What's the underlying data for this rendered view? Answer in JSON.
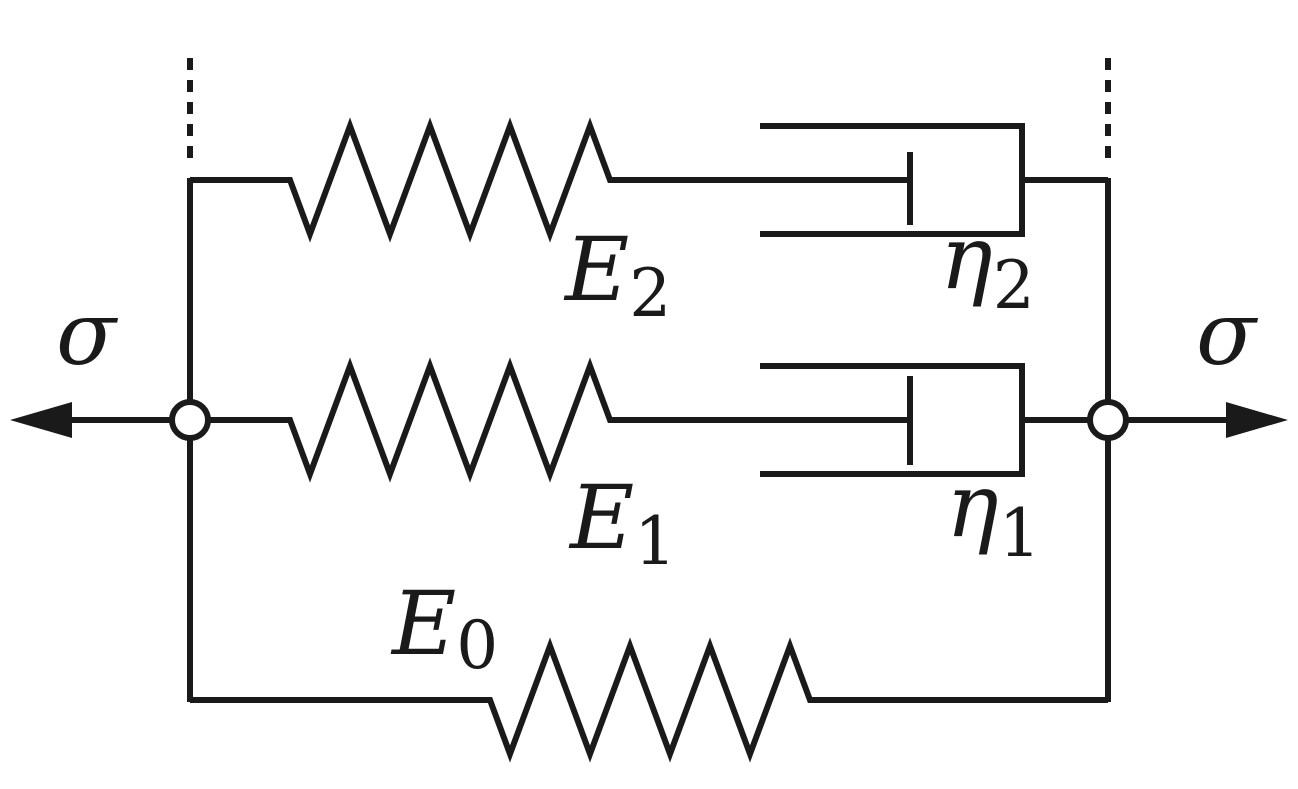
{
  "diagram": {
    "stress_symbol": "σ",
    "elements": {
      "E2": {
        "symbol": "E",
        "subscript": "2"
      },
      "eta2": {
        "symbol": "η",
        "subscript": "2"
      },
      "E1": {
        "symbol": "E",
        "subscript": "1"
      },
      "eta1": {
        "symbol": "η",
        "subscript": "1"
      },
      "E0": {
        "symbol": "E",
        "subscript": "0"
      }
    }
  }
}
